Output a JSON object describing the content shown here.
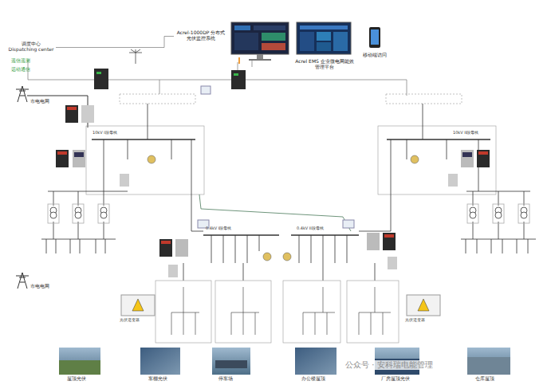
{
  "diagram": {
    "nodes": [
      {
        "text": [
          "调度中心",
          "Dispatching center"
        ]
      },
      {
        "text": [
          "Acrel-1000DP 分布式光伏监控系统"
        ]
      },
      {
        "text": [
          "Acrel EMS 企业微电网能效管理平台"
        ]
      },
      {
        "text": [
          "移动端访问"
        ]
      }
    ],
    "edges": [
      {
        "from": 0,
        "to": 1,
        "arrow": "none"
      }
    ],
    "labels": [
      "遥信遥测",
      "远动通信",
      "市电电网",
      "市电电网",
      "10kV I段母线",
      "10kV II段母线",
      "0.4kV I段母线",
      "0.4kV II段母线",
      "光伏逆变器",
      "光伏逆变器",
      "屋顶光伏",
      "车棚光伏",
      "停车场",
      "办公楼屋顶",
      "厂房屋顶光伏",
      "仓库屋顶",
      "公众号 · 安科瑞电能管理"
    ]
  }
}
